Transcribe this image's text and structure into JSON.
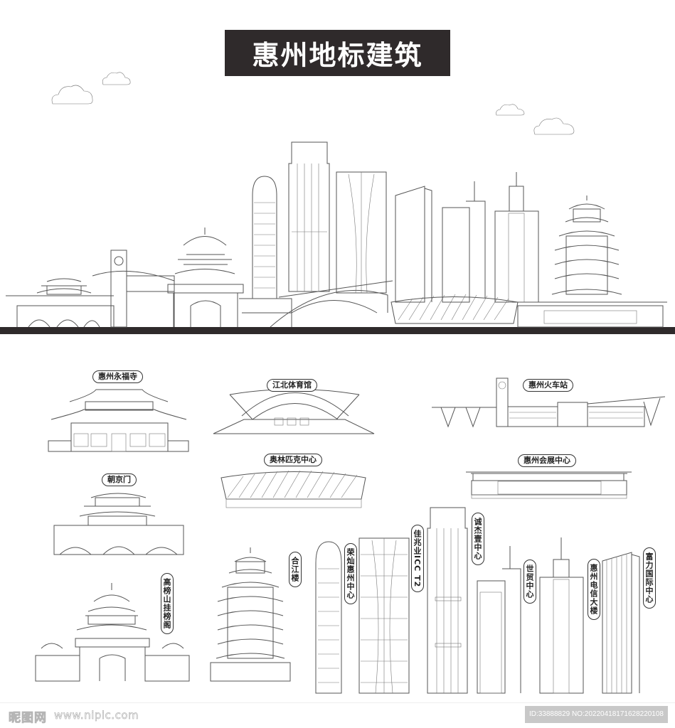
{
  "title": "惠州地标建筑",
  "colors": {
    "banner_bg": "#2f2a2b",
    "banner_text": "#ffffff",
    "line_art": "#555555",
    "ground_strip": "#2f2a2b",
    "background": "#ffffff"
  },
  "skyline": {
    "description": "Panoramic line-art skyline of Huizhou landmarks above a dark ground strip",
    "decorations": [
      "cloud-icon",
      "cloud-icon",
      "cloud-icon",
      "cloud-icon"
    ]
  },
  "landmarks": [
    {
      "id": "yongfu-temple",
      "label": "惠州永福寺"
    },
    {
      "id": "jiangbei-gym",
      "label": "江北体育馆"
    },
    {
      "id": "railway-station",
      "label": "惠州火车站"
    },
    {
      "id": "olympic-center",
      "label": "奥林匹克中心"
    },
    {
      "id": "exhibition-center",
      "label": "惠州会展中心"
    },
    {
      "id": "chaojing-gate",
      "label": "朝京门"
    },
    {
      "id": "gaobangshan-pavilion",
      "label": "高榜山挂榜阁"
    },
    {
      "id": "hejiang-tower",
      "label": "合江楼"
    },
    {
      "id": "rongcan-center",
      "label": "荣灿惠州中心"
    },
    {
      "id": "jiazhaoye-icc",
      "label": "佳兆业ICC T2"
    },
    {
      "id": "chengjie-center",
      "label": "诚杰壹中心"
    },
    {
      "id": "world-trade-center",
      "label": "世贸中心"
    },
    {
      "id": "telecom-building",
      "label": "惠州电信大楼"
    },
    {
      "id": "fuli-center",
      "label": "富力国际中心"
    }
  ],
  "footer": {
    "watermark_logo": "昵图网",
    "watermark_url": "www.nipic.com",
    "image_id": "ID:33888829 NO:20220418171628220108"
  }
}
